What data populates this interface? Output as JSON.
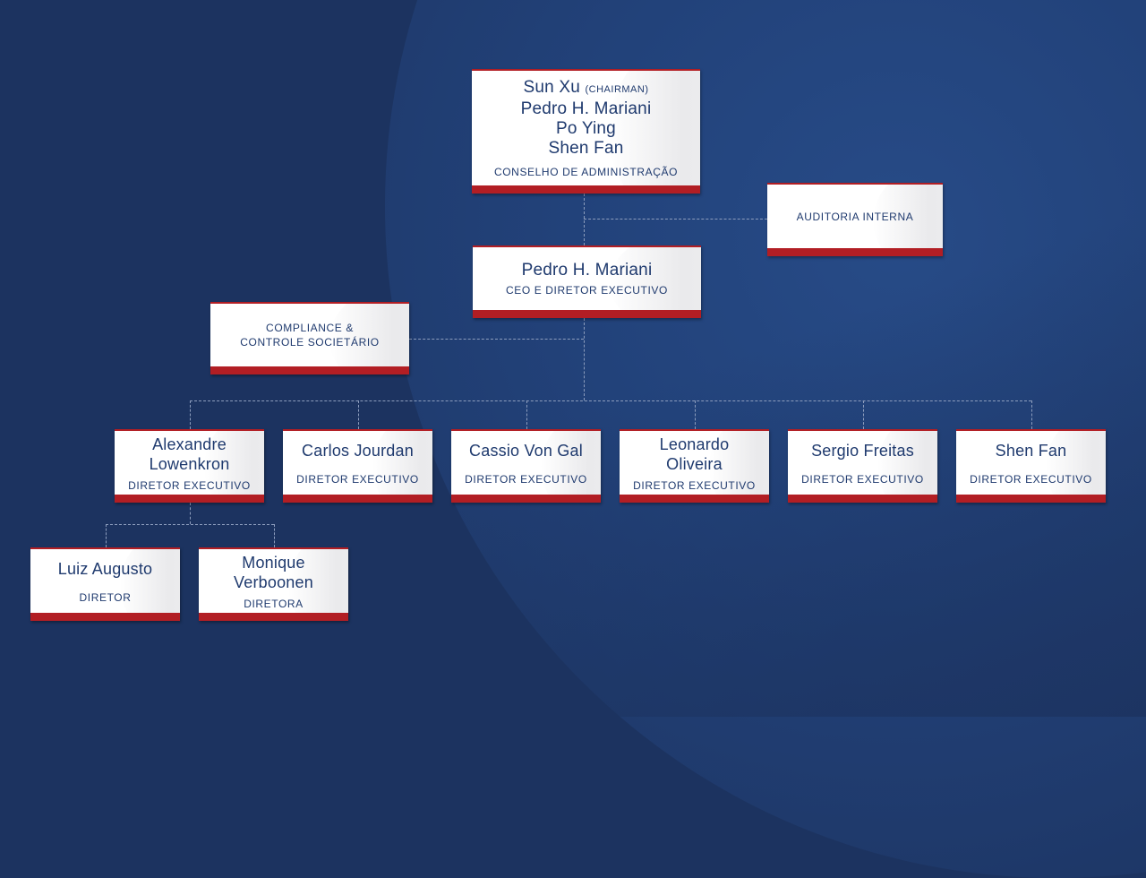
{
  "colors": {
    "background": "#1c3360",
    "background_glow": "#274b87",
    "card": "#ffffff",
    "accent_red": "#b21e24",
    "text_blue": "#1f3a6e",
    "connector": "#8d9dbd"
  },
  "board": {
    "members": [
      {
        "name": "Sun Xu",
        "tag": "(CHAIRMAN)"
      },
      {
        "name": "Pedro H. Mariani"
      },
      {
        "name": "Po Ying"
      },
      {
        "name": "Shen Fan"
      }
    ],
    "role": "CONSELHO DE ADMINISTRAÇÃO"
  },
  "audit": {
    "label": "AUDITORIA INTERNA"
  },
  "ceo": {
    "name": "Pedro H. Mariani",
    "role": "CEO E DIRETOR EXECUTIVO"
  },
  "compliance": {
    "line1": "COMPLIANCE &",
    "line2": "CONTROLE SOCIETÁRIO"
  },
  "executives": [
    {
      "name_line1": "Alexandre",
      "name_line2": "Lowenkron",
      "role": "DIRETOR EXECUTIVO"
    },
    {
      "name_line1": "Carlos Jourdan",
      "name_line2": "",
      "role": "DIRETOR EXECUTIVO"
    },
    {
      "name_line1": "Cassio Von Gal",
      "name_line2": "",
      "role": "DIRETOR EXECUTIVO"
    },
    {
      "name_line1": "Leonardo",
      "name_line2": "Oliveira",
      "role": "DIRETOR EXECUTIVO"
    },
    {
      "name_line1": "Sergio Freitas",
      "name_line2": "",
      "role": "DIRETOR EXECUTIVO"
    },
    {
      "name_line1": "Shen Fan",
      "name_line2": "",
      "role": "DIRETOR EXECUTIVO"
    }
  ],
  "directors": [
    {
      "name_line1": "Luiz Augusto",
      "name_line2": "",
      "role": "DIRETOR"
    },
    {
      "name_line1": "Monique",
      "name_line2": "Verboonen",
      "role": "DIRETORA"
    }
  ]
}
